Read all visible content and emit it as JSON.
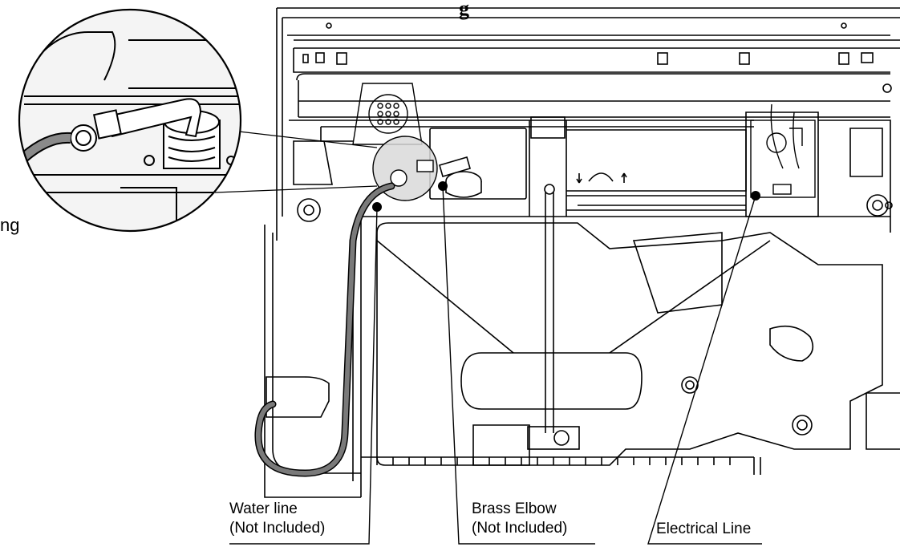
{
  "page": {
    "partial_heading_fragment": "g",
    "partial_side_text_fragment": "ng"
  },
  "callouts": {
    "water_line": {
      "line1": "Water line",
      "line2": "(Not Included)"
    },
    "brass_elbow": {
      "line1": "Brass Elbow",
      "line2": "(Not Included)"
    },
    "electrical_line": {
      "line1": "Electrical Line"
    }
  },
  "colors": {
    "line": "#000000",
    "background": "#ffffff",
    "panel": "#f2f2f2",
    "magnifier_fill": "#d9d9d9",
    "hose": "#7a7a7a"
  }
}
